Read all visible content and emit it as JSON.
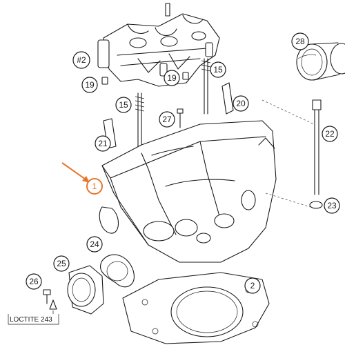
{
  "callouts": [
    {
      "id": "c2a",
      "label": "#2"
    },
    {
      "id": "c19a",
      "label": "19"
    },
    {
      "id": "c19b",
      "label": "19"
    },
    {
      "id": "c15a",
      "label": "15"
    },
    {
      "id": "c15b",
      "label": "15"
    },
    {
      "id": "c27",
      "label": "27"
    },
    {
      "id": "c20",
      "label": "20"
    },
    {
      "id": "c21",
      "label": "21"
    },
    {
      "id": "c28",
      "label": "28"
    },
    {
      "id": "c22",
      "label": "22"
    },
    {
      "id": "c23",
      "label": "23"
    },
    {
      "id": "c1",
      "label": "1"
    },
    {
      "id": "c24",
      "label": "24"
    },
    {
      "id": "c25",
      "label": "25"
    },
    {
      "id": "c26",
      "label": "26"
    },
    {
      "id": "c2b",
      "label": "2"
    }
  ],
  "note": {
    "text": "LOCTITE 243"
  },
  "colors": {
    "highlight": "#e8732a",
    "ink": "#1a1a1a"
  }
}
